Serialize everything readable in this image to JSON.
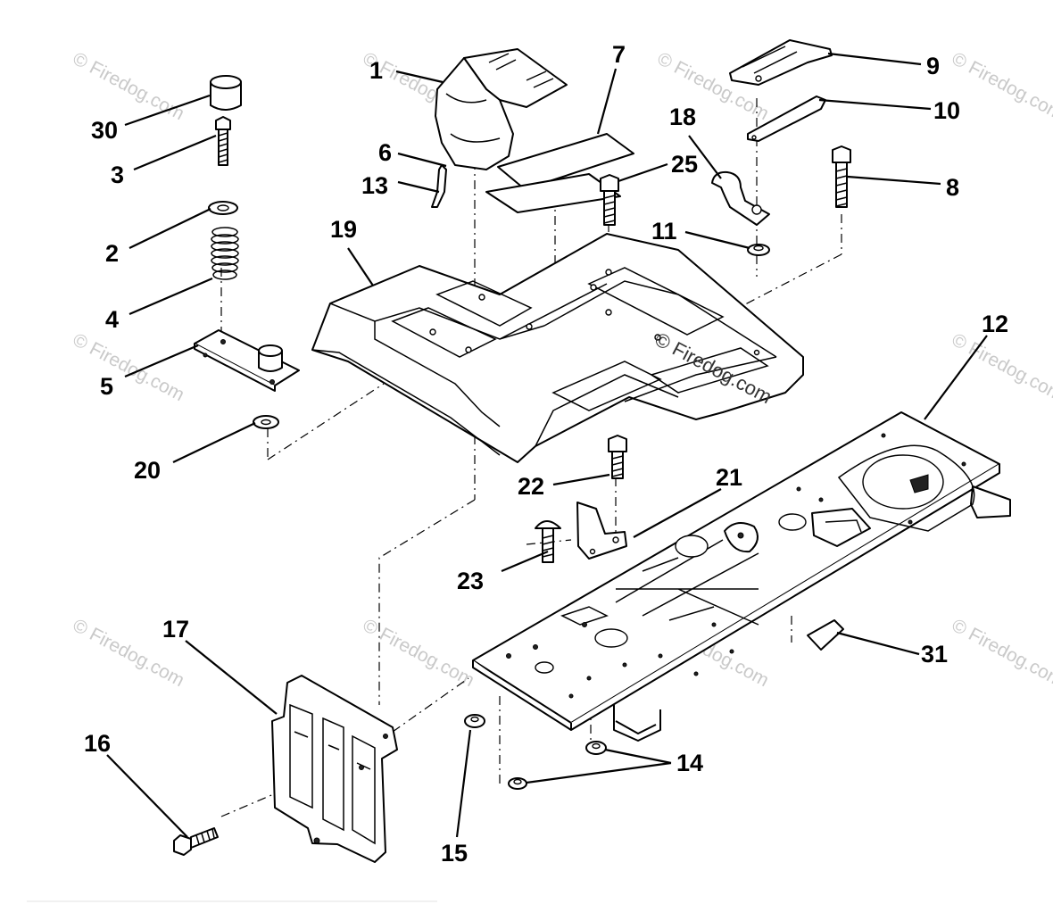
{
  "watermark": {
    "text": "© Firedog.com",
    "center_text": "© Firedog.com"
  },
  "labels": {
    "p1": "1",
    "p2": "2",
    "p3": "3",
    "p4": "4",
    "p5": "5",
    "p6": "6",
    "p7": "7",
    "p8": "8",
    "p9": "9",
    "p10": "10",
    "p11": "11",
    "p12": "12",
    "p13": "13",
    "p14": "14",
    "p15": "15",
    "p16": "16",
    "p17": "17",
    "p18": "18",
    "p19": "19",
    "p20": "20",
    "p21": "21",
    "p22": "22",
    "p23": "23",
    "p25": "25",
    "p30": "30",
    "p31": "31"
  }
}
